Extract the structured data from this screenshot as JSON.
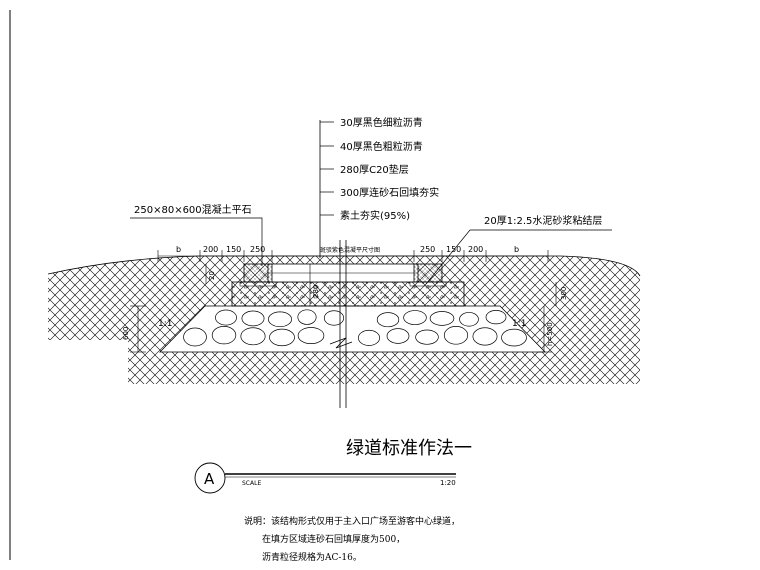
{
  "layers": [
    "30厚黑色细粒沥青",
    "40厚黑色粗粒沥青",
    "280厚C20垫层",
    "300厚连砂石回填夯实",
    "素土夯实(95%)"
  ],
  "labels": {
    "curb": "250×80×600混凝土平石",
    "mortar": "20厚1:2.5水泥砂浆粘结层",
    "center": "斑驳紫色混凝平尺寸图",
    "slope": "1:1"
  },
  "dims": {
    "b": "b",
    "d200": "200",
    "d150": "150",
    "d250": "250",
    "h20": "20",
    "h280": "280",
    "h300": "300",
    "h600": "600",
    "h500": "h=500"
  },
  "title": {
    "text": "绿道标准作法一",
    "letter": "A",
    "scale_label": "SCALE",
    "scale_value": "1:20"
  },
  "notes": [
    "说明：该结构形式仅用于主入口广场至游客中心绿道，",
    "在填方区域连砂石回填厚度为500，",
    "沥青粒径规格为AC-16。"
  ]
}
